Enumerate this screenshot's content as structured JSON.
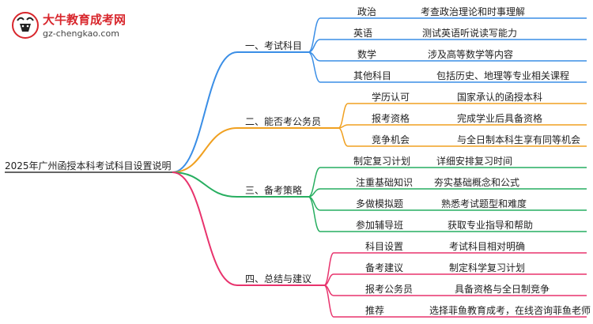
{
  "logo": {
    "title": "大牛教育成考网",
    "url": "gz-chengkao.com"
  },
  "root": {
    "label": "2025年广州函授本科考试科目设置说明"
  },
  "colors": {
    "root_line": "#333333",
    "branches": [
      "#3a8ee6",
      "#f0a020",
      "#27ae60",
      "#e8336d"
    ]
  },
  "branches": [
    {
      "label": "一、考试科目",
      "items": [
        {
          "label": "政治",
          "detail": "考查政治理论和时事理解"
        },
        {
          "label": "英语",
          "detail": "测试英语听说读写能力"
        },
        {
          "label": "数学",
          "detail": "涉及高等数学等内容"
        },
        {
          "label": "其他科目",
          "detail": "包括历史、地理等专业相关课程"
        }
      ]
    },
    {
      "label": "二、能否考公务员",
      "items": [
        {
          "label": "学历认可",
          "detail": "国家承认的函授本科"
        },
        {
          "label": "报考资格",
          "detail": "完成学业后具备资格"
        },
        {
          "label": "竞争机会",
          "detail": "与全日制本科生享有同等机会"
        }
      ]
    },
    {
      "label": "三、备考策略",
      "items": [
        {
          "label": "制定复习计划",
          "detail": "详细安排复习时间"
        },
        {
          "label": "注重基础知识",
          "detail": "夯实基础概念和公式"
        },
        {
          "label": "多做模拟题",
          "detail": "熟悉考试题型和难度"
        },
        {
          "label": "参加辅导班",
          "detail": "获取专业指导和帮助"
        }
      ]
    },
    {
      "label": "四、总结与建议",
      "items": [
        {
          "label": "科目设置",
          "detail": "考试科目相对明确"
        },
        {
          "label": "备考建议",
          "detail": "制定科学复习计划"
        },
        {
          "label": "报考公务员",
          "detail": "具备资格与全日制竞争"
        },
        {
          "label": "推荐",
          "detail": "选择菲鱼教育成考，在线咨询菲鱼老师"
        }
      ]
    }
  ]
}
